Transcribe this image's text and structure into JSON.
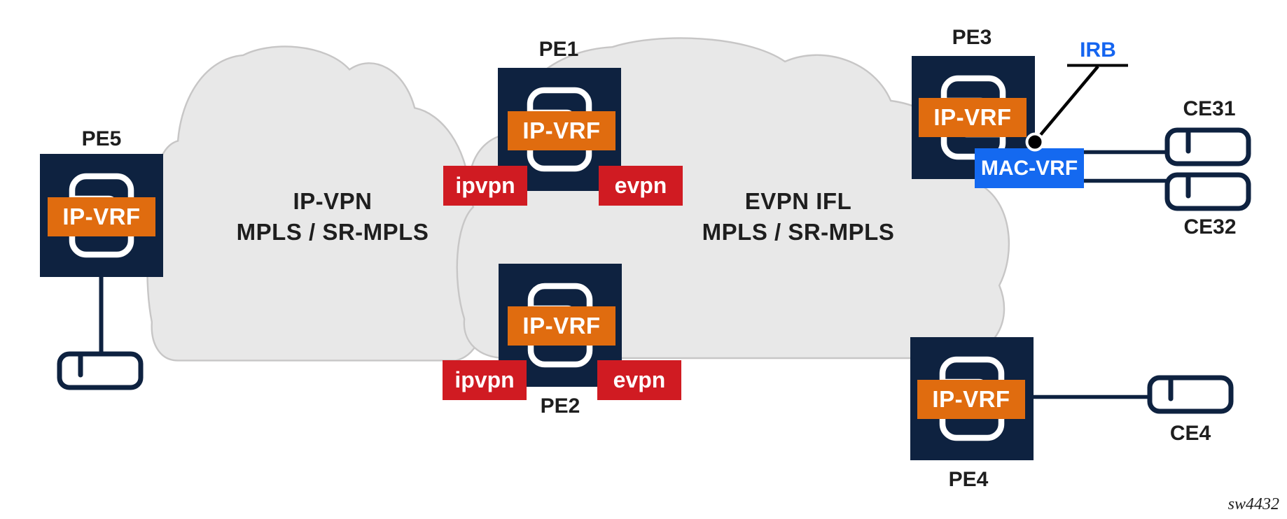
{
  "watermark": "sw4432",
  "clouds": {
    "ipvpn_mpls": {
      "line1": "IP-VPN",
      "line2": "MPLS / SR-MPLS"
    },
    "evpn_ifl": {
      "line1": "EVPN IFL",
      "line2": "MPLS / SR-MPLS"
    }
  },
  "nodes": {
    "pe5": {
      "label": "PE5",
      "vrf": "IP-VRF"
    },
    "pe1": {
      "label": "PE1",
      "vrf": "IP-VRF",
      "left_tag": "ipvpn",
      "right_tag": "evpn"
    },
    "pe2": {
      "label": "PE2",
      "vrf": "IP-VRF",
      "left_tag": "ipvpn",
      "right_tag": "evpn"
    },
    "pe3": {
      "label": "PE3",
      "vrf": "IP-VRF",
      "mac_vrf": "MAC-VRF",
      "irb": "IRB"
    },
    "pe4": {
      "label": "PE4",
      "vrf": "IP-VRF"
    },
    "ce31": {
      "label": "CE31"
    },
    "ce32": {
      "label": "CE32"
    },
    "ce4": {
      "label": "CE4"
    }
  },
  "colors": {
    "pe_navy": "#0E2240",
    "vrf_orange": "#E06C0F",
    "tag_red": "#D01B22",
    "mac_vrf_blue": "#1469F0",
    "irb_blue": "#1565F0",
    "cloud_fill": "#E8E8E8",
    "cloud_stroke": "#C7C6C6",
    "label_text": "#1E1E1E"
  }
}
